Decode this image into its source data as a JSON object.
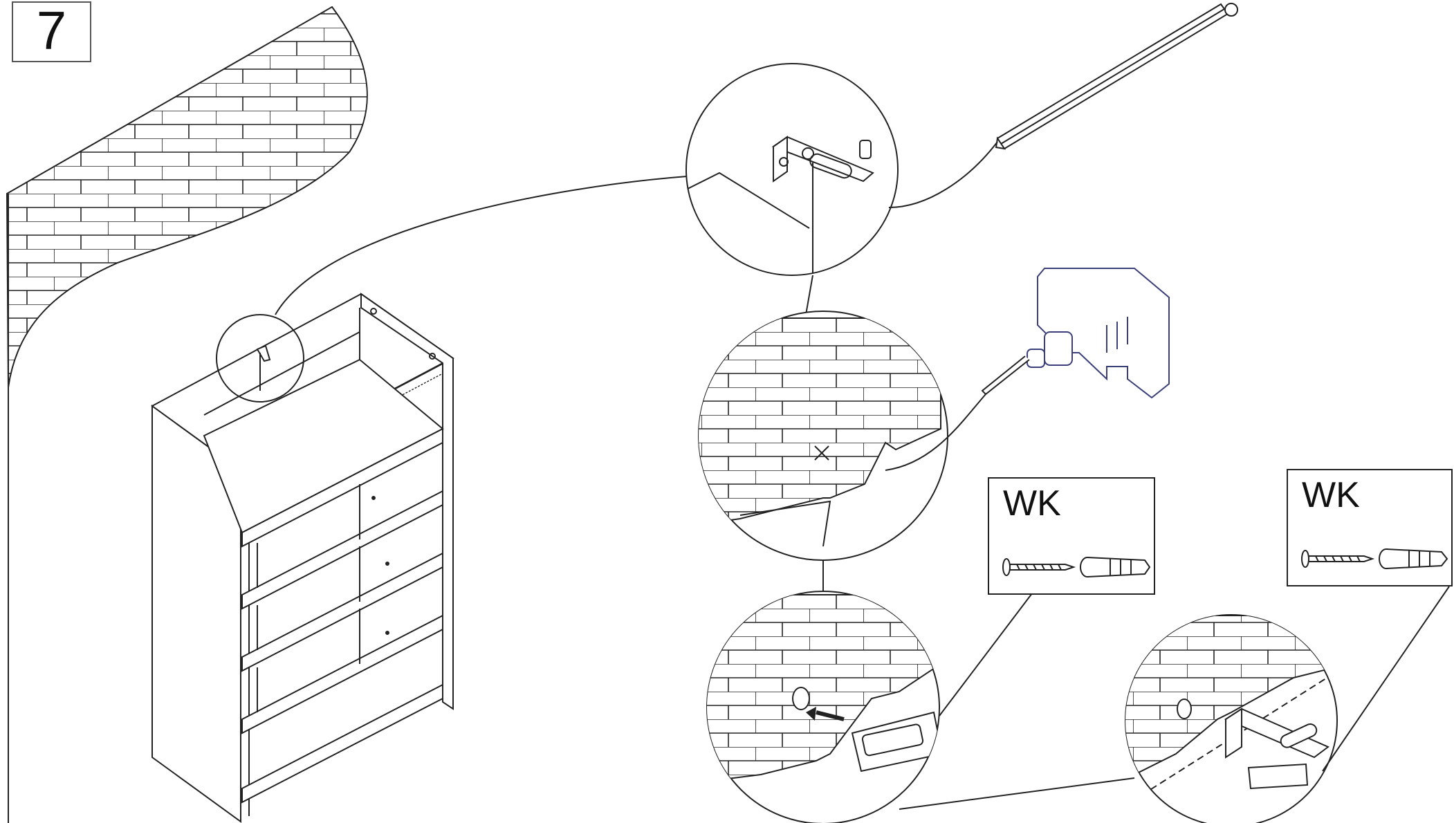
{
  "step": {
    "number": "7"
  },
  "parts": [
    {
      "code": "WK",
      "items": [
        "screw-icon",
        "wall-plug-icon"
      ]
    },
    {
      "code": "WK",
      "items": [
        "screw-icon",
        "wall-plug-icon"
      ]
    }
  ],
  "colors": {
    "line": "#222222",
    "drill_outline": "#3a3f7a",
    "background": "#ffffff"
  }
}
